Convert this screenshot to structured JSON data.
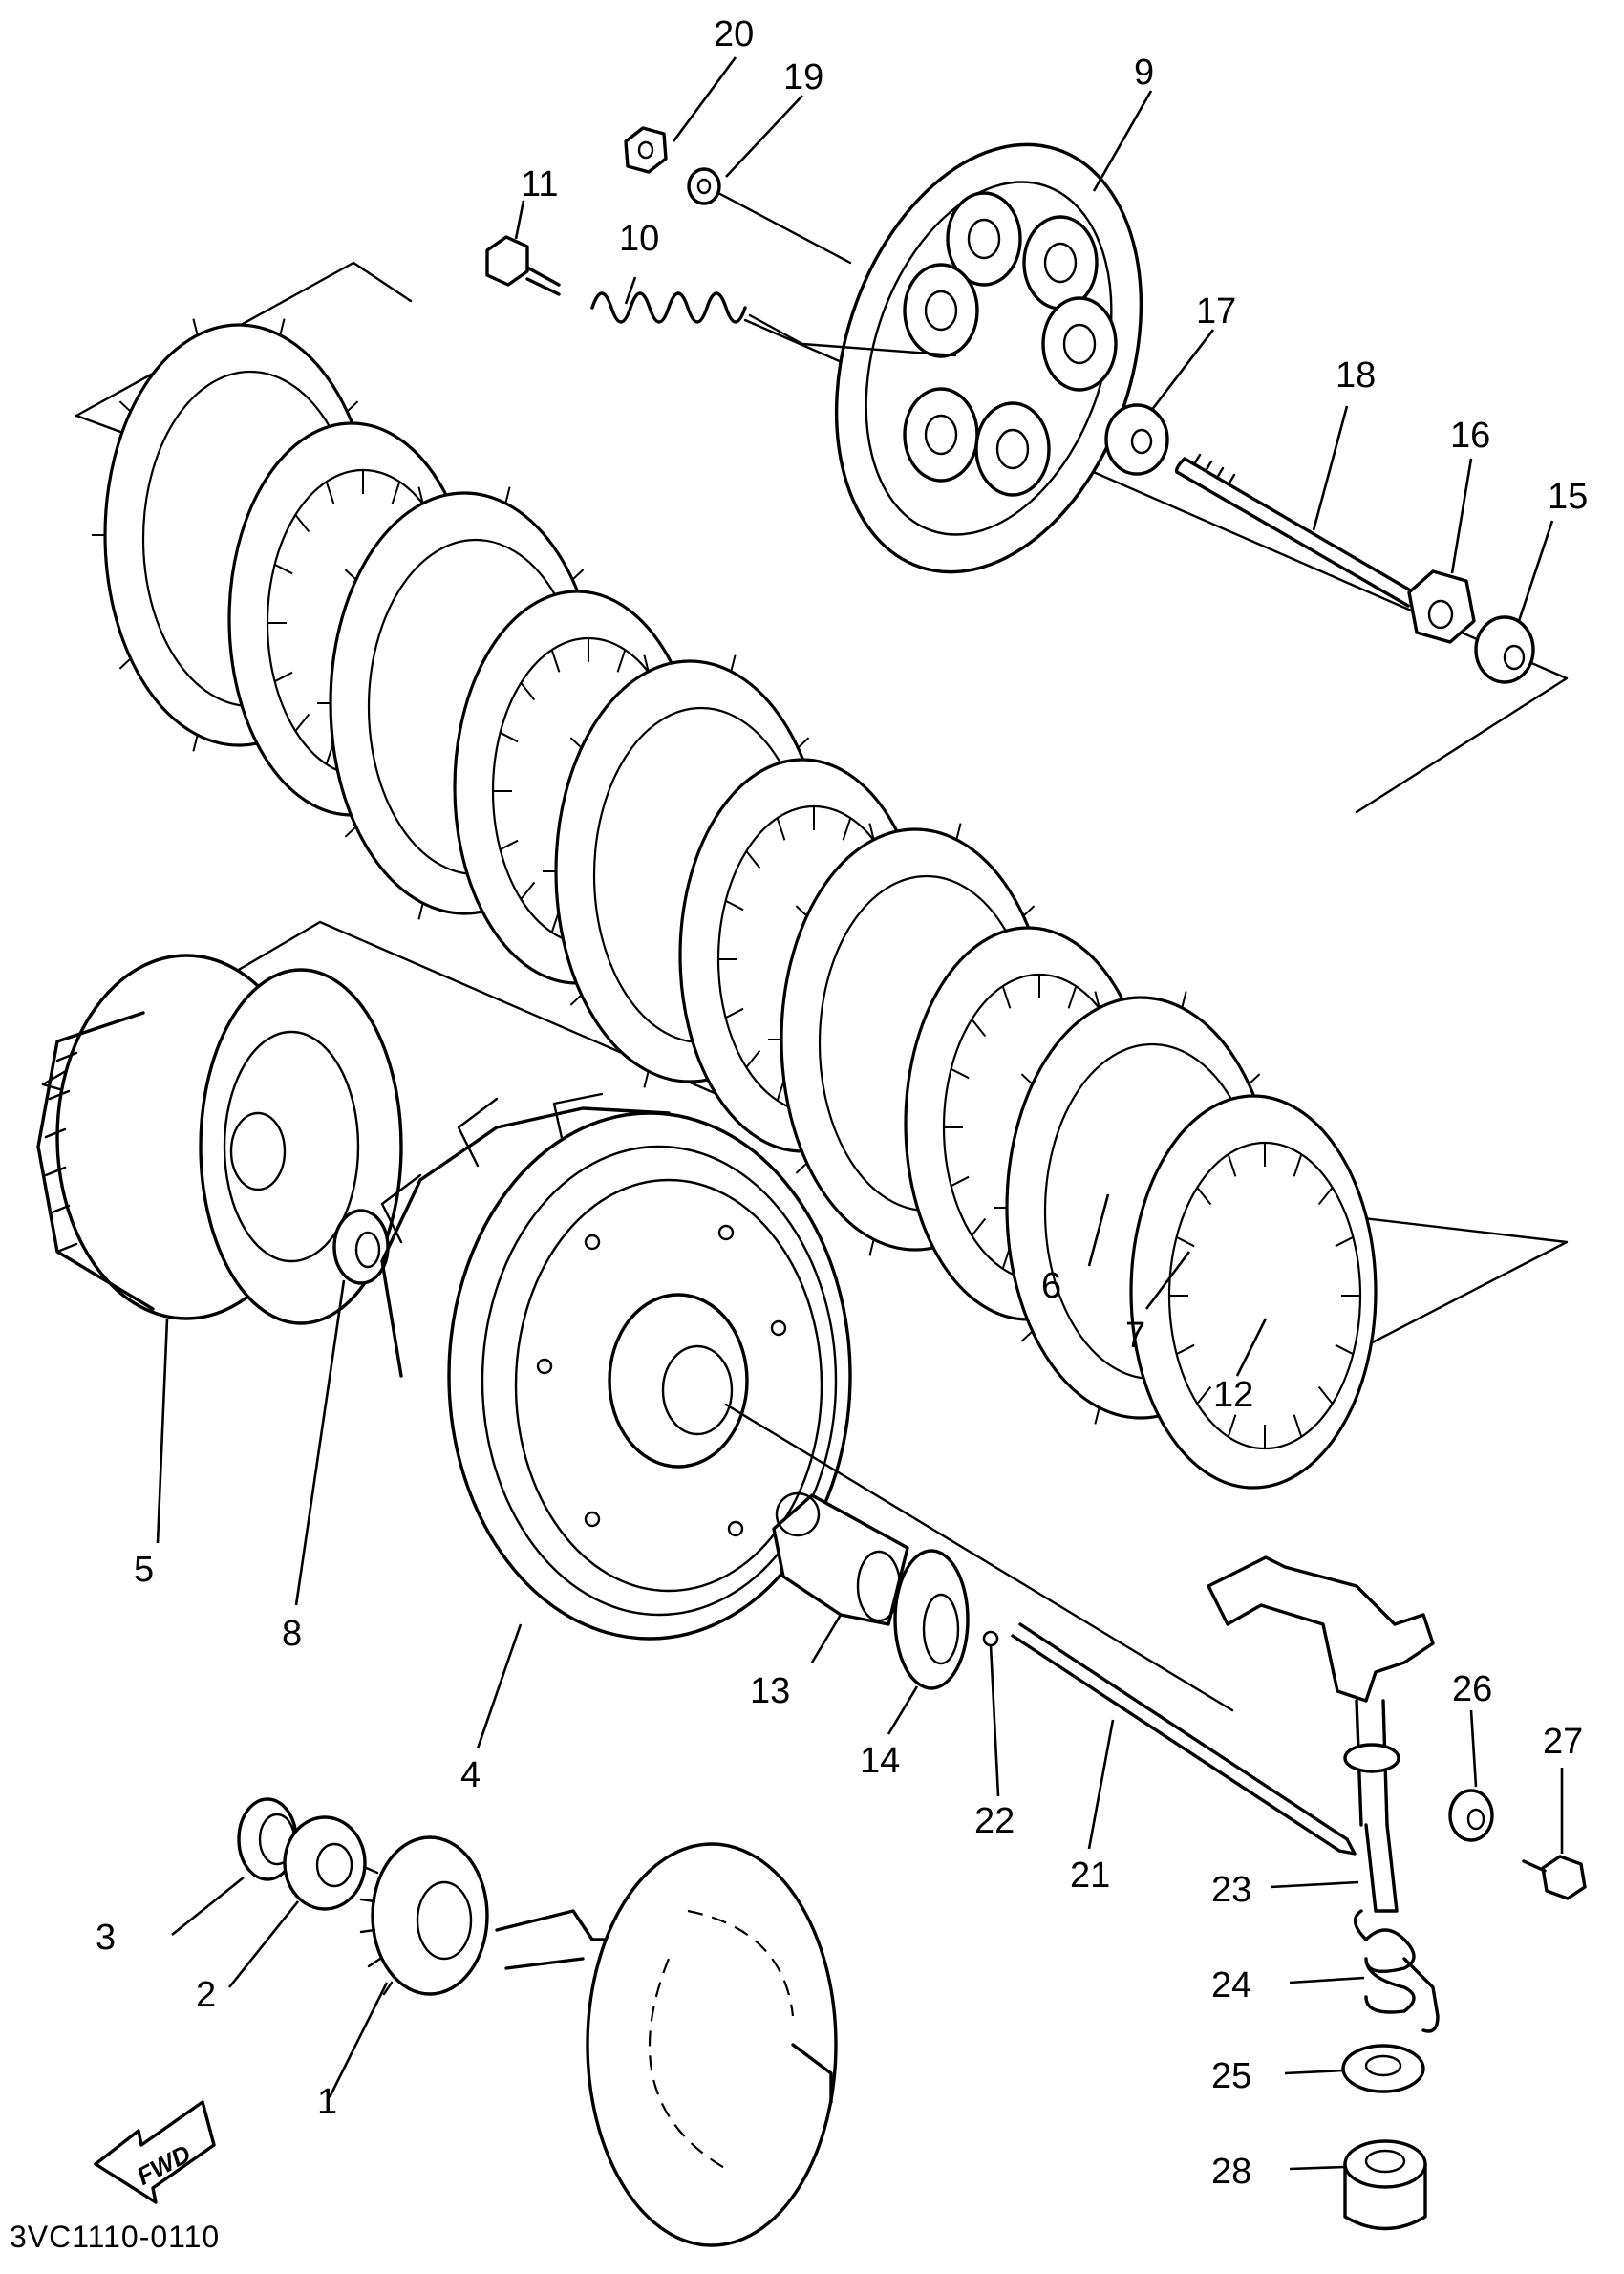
{
  "diagram": {
    "parts": [
      {
        "id": "part-1",
        "label": "1"
      },
      {
        "id": "part-2",
        "label": "2"
      },
      {
        "id": "part-3",
        "label": "3"
      },
      {
        "id": "part-4",
        "label": "4"
      },
      {
        "id": "part-5",
        "label": "5"
      },
      {
        "id": "part-6",
        "label": "6"
      },
      {
        "id": "part-7",
        "label": "7"
      },
      {
        "id": "part-8",
        "label": "8"
      },
      {
        "id": "part-9",
        "label": "9"
      },
      {
        "id": "part-10",
        "label": "10"
      },
      {
        "id": "part-11",
        "label": "11"
      },
      {
        "id": "part-12",
        "label": "12"
      },
      {
        "id": "part-13",
        "label": "13"
      },
      {
        "id": "part-14",
        "label": "14"
      },
      {
        "id": "part-15",
        "label": "15"
      },
      {
        "id": "part-16",
        "label": "16"
      },
      {
        "id": "part-17",
        "label": "17"
      },
      {
        "id": "part-18",
        "label": "18"
      },
      {
        "id": "part-19",
        "label": "19"
      },
      {
        "id": "part-20",
        "label": "20"
      },
      {
        "id": "part-21",
        "label": "21"
      },
      {
        "id": "part-22",
        "label": "22"
      },
      {
        "id": "part-23",
        "label": "23"
      },
      {
        "id": "part-24",
        "label": "24"
      },
      {
        "id": "part-25",
        "label": "25"
      },
      {
        "id": "part-26",
        "label": "26"
      },
      {
        "id": "part-27",
        "label": "27"
      },
      {
        "id": "part-28",
        "label": "28"
      }
    ],
    "direction_arrow": "FWD",
    "drawing_code": "3VC1110-0110"
  }
}
